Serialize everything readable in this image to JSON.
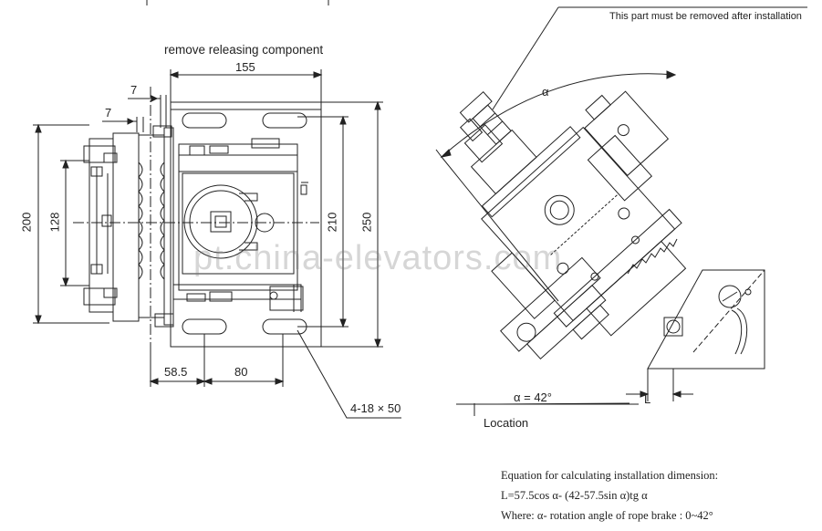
{
  "top_note": "This part must be removed after installation",
  "releasing_label": "remove releasing component",
  "dims": {
    "d155": "155",
    "d7a": "7",
    "d7b": "7",
    "d200": "200",
    "d128": "128",
    "d210": "210",
    "d250": "250",
    "d58_5": "58.5",
    "d80": "80",
    "holes": "4-18 × 50",
    "alpha": "α",
    "alpha42": "α = 42°",
    "L": "L"
  },
  "location_label": "Location",
  "watermark": "pt.china-elevators.com",
  "equation": {
    "title": "Equation for calculating installation dimension:",
    "formula": "L=57.5cos α- (42-57.5sin α)tg α",
    "where": "Where: α- rotation angle of rope brake : 0~42°"
  }
}
